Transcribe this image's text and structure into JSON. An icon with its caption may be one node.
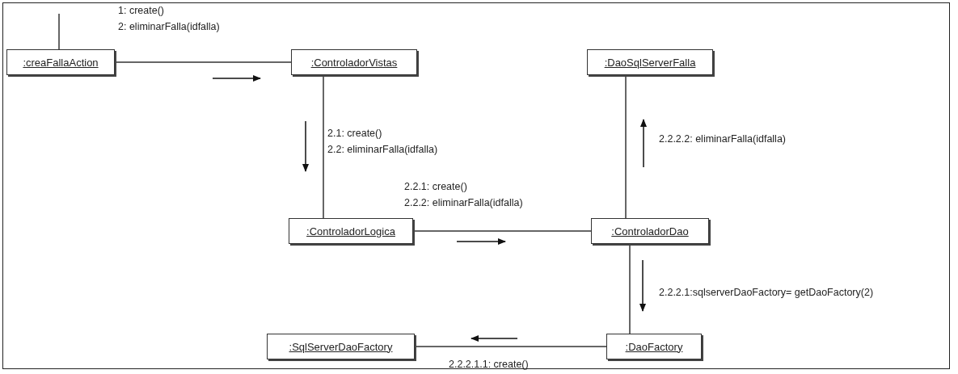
{
  "diagram": {
    "nodes": [
      {
        "text": [
          ":creaFallaAction"
        ]
      },
      {
        "text": [
          ":ControladorVistas"
        ]
      },
      {
        "text": [
          ":DaoSqlServerFalla"
        ]
      },
      {
        "text": [
          ":ControladorLogica"
        ]
      },
      {
        "text": [
          ":ControladorDao"
        ]
      },
      {
        "text": [
          ":SqlServerDaoFactory"
        ]
      },
      {
        "text": [
          ":DaoFactory"
        ]
      }
    ],
    "edges": [
      {
        "from": null,
        "to": 0,
        "arrow": "none"
      },
      {
        "from": 0,
        "to": 1,
        "arrow": "none"
      },
      {
        "from": 1,
        "to": 3,
        "arrow": "none"
      },
      {
        "from": 3,
        "to": 4,
        "arrow": "none"
      },
      {
        "from": 4,
        "to": 2,
        "arrow": "none"
      },
      {
        "from": 4,
        "to": 6,
        "arrow": "none"
      },
      {
        "from": 6,
        "to": 5,
        "arrow": "none"
      }
    ],
    "labels": [
      "1: create()",
      "2: eliminarFalla(idfalla)",
      "2.1: create()",
      "2.2: eliminarFalla(idfalla)",
      "2.2.2.2: eliminarFalla(idfalla)",
      "2.2.1: create()",
      "2.2.2: eliminarFalla(idfalla)",
      "2.2.2.1:sqlserverDaoFactory= getDaoFactory(2)",
      "2.2.2.1.1: create()"
    ]
  }
}
